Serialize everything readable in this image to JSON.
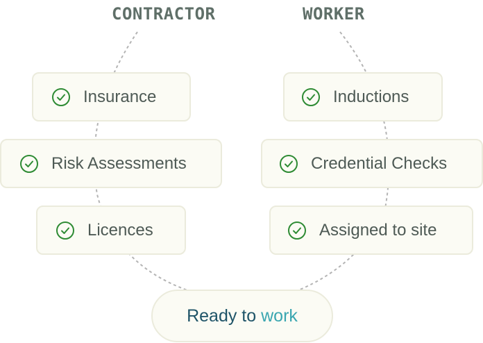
{
  "columns": {
    "contractor": {
      "heading": "CONTRACTOR",
      "items": [
        {
          "label": "Insurance",
          "icon": "check-circle-icon"
        },
        {
          "label": "Risk Assessments",
          "icon": "check-circle-icon"
        },
        {
          "label": "Licences",
          "icon": "check-circle-icon"
        }
      ]
    },
    "worker": {
      "heading": "WORKER",
      "items": [
        {
          "label": "Inductions",
          "icon": "check-circle-icon"
        },
        {
          "label": "Credential Checks",
          "icon": "check-circle-icon"
        },
        {
          "label": "Assigned to site",
          "icon": "check-circle-icon"
        }
      ]
    }
  },
  "result": {
    "part1": "Ready to",
    "part2": "work"
  },
  "colors": {
    "heading": "#5f6f68",
    "check": "#2e8b34",
    "pill_background": "#fbfbf4",
    "pill_border": "#ebebdc",
    "ready_text": "#1f5468",
    "ready_accent": "#3aa6b0",
    "connector": "#b4b4b4"
  }
}
